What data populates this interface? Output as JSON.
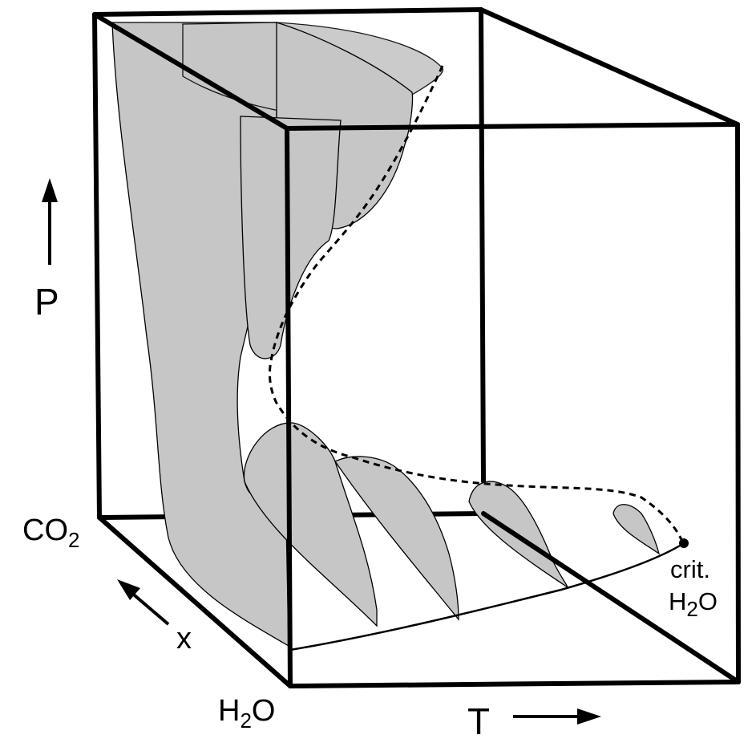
{
  "labels": {
    "pressure_axis": "P",
    "temperature_axis": "T",
    "composition_axis": "x",
    "co2_main": "CO",
    "co2_sub": "2",
    "h2o_bottom_main": "H",
    "h2o_bottom_sub": "2",
    "h2o_bottom_tail": "O",
    "crit_line1": "crit.",
    "crit_h2o_main": "H",
    "crit_h2o_sub": "2",
    "crit_h2o_tail": "O"
  },
  "colors": {
    "line": "#000000",
    "surface_fill": "#c6c6c6",
    "background": "#ffffff"
  }
}
